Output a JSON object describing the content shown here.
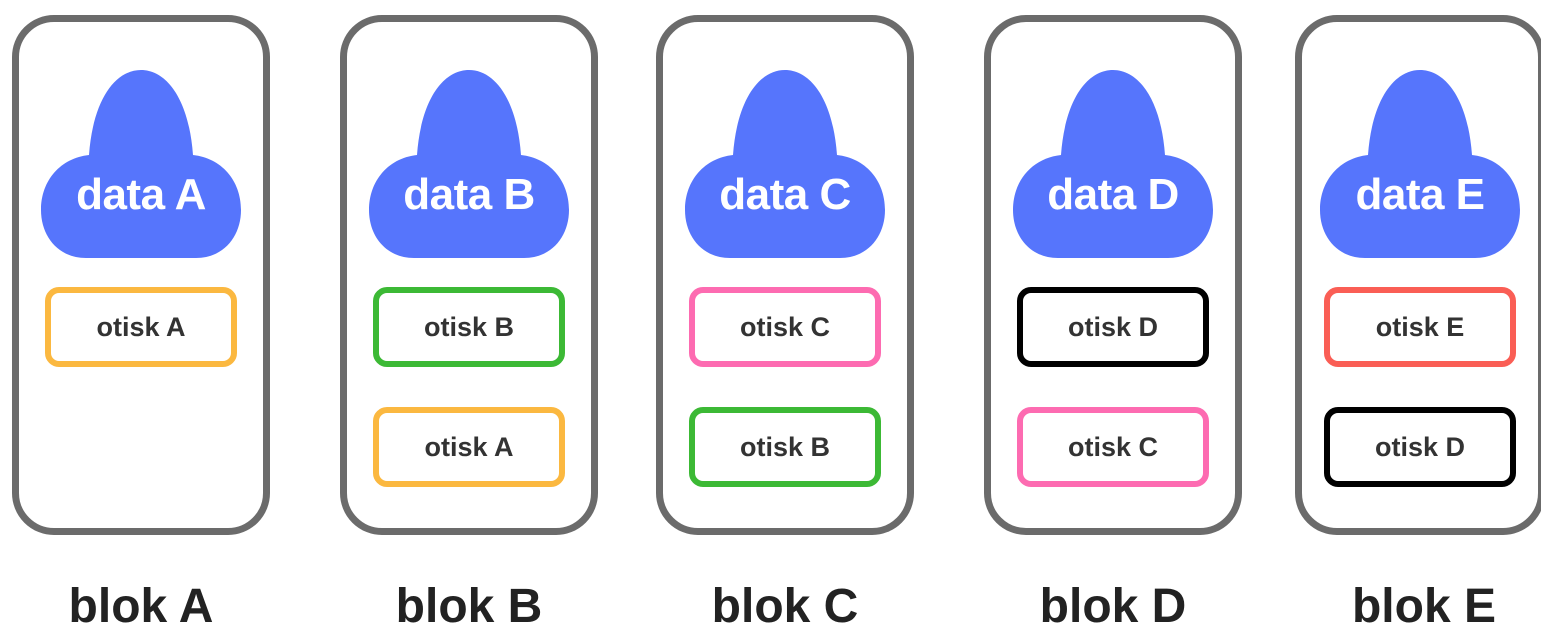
{
  "cloud_color": "#5675fc",
  "blocks": [
    {
      "data_label": "data A",
      "block_label": "blok A",
      "stamps": [
        {
          "label": "otisk A",
          "color": "#fbb840"
        }
      ]
    },
    {
      "data_label": "data B",
      "block_label": "blok B",
      "stamps": [
        {
          "label": "otisk B",
          "color": "#3cb935"
        },
        {
          "label": "otisk A",
          "color": "#fbb840"
        }
      ]
    },
    {
      "data_label": "data C",
      "block_label": "blok C",
      "stamps": [
        {
          "label": "otisk C",
          "color": "#fd6bb1"
        },
        {
          "label": "otisk B",
          "color": "#3cb935"
        }
      ]
    },
    {
      "data_label": "data D",
      "block_label": "blok D",
      "stamps": [
        {
          "label": "otisk D",
          "color": "#000000"
        },
        {
          "label": "otisk C",
          "color": "#fd6bb1"
        }
      ]
    },
    {
      "data_label": "data E",
      "block_label": "blok E",
      "stamps": [
        {
          "label": "otisk E",
          "color": "#fa5e55"
        },
        {
          "label": "otisk D",
          "color": "#000000"
        }
      ]
    }
  ]
}
